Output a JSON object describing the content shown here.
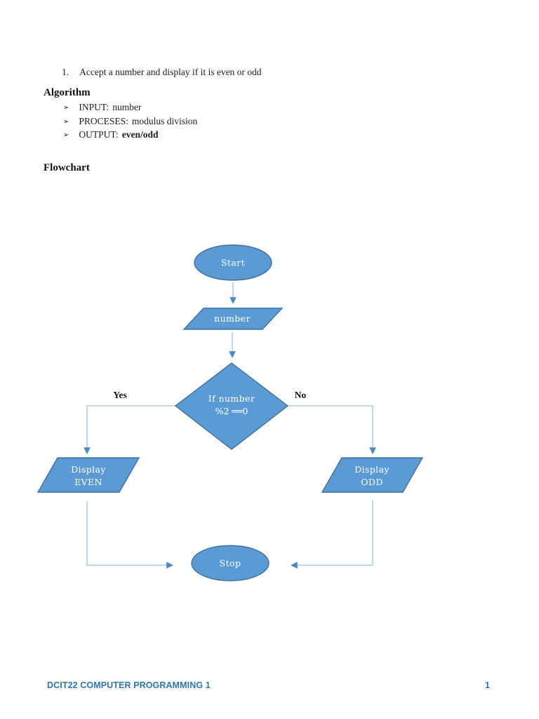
{
  "task": {
    "number": "1.",
    "text": "Accept a number and display if it is even or odd"
  },
  "algorithm": {
    "heading": "Algorithm",
    "bullet_char": "➢",
    "items": [
      {
        "label": "INPUT:",
        "value": "number"
      },
      {
        "label": "PROCESES:",
        "value": "modulus division"
      },
      {
        "label": "OUTPUT:",
        "value": "even/odd"
      }
    ]
  },
  "flowchart": {
    "heading": "Flowchart",
    "shapes": {
      "start": {
        "type": "ellipse",
        "label": "Start"
      },
      "input": {
        "type": "parallelogram",
        "label": "number"
      },
      "decision": {
        "type": "diamond",
        "line1": "If number",
        "line2": "%2 ══0"
      },
      "display_even": {
        "type": "parallelogram",
        "line1": "Display",
        "line2": "EVEN"
      },
      "display_odd": {
        "type": "parallelogram",
        "line1": "Display",
        "line2": "ODD"
      },
      "stop": {
        "type": "ellipse",
        "label": "Stop"
      }
    },
    "branch_yes": "Yes",
    "branch_no": "No",
    "colors": {
      "shape_fill": "#5B9BD5",
      "shape_border": "#41719C",
      "connector": "#9DC3E6",
      "arrowhead": "#4A89C8",
      "shape_text": "#FFFFFF"
    }
  },
  "footer": {
    "left": "DCIT22 COMPUTER PROGRAMMING 1",
    "page_number": "1",
    "color": "#2E75B6"
  }
}
